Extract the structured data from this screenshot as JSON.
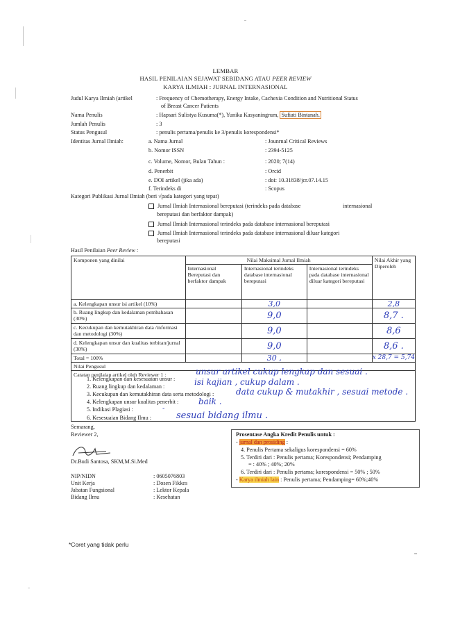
{
  "header": {
    "line1": "LEMBAR",
    "line2_prefix": "HASIL PENILAIAN SEJAWAT SEBIDANG ATAU ",
    "line2_italic": "PEER REVIEW",
    "line3": "KARYA ILMIAH : JURNAL INTERNASIONAL"
  },
  "fields": {
    "judul_label": "Judul Karya Ilmiah (artikel",
    "judul_value_1": ": Frequency of Chemotherapy, Energy Intake, Cachexia Condition and Nutritional Status",
    "judul_value_2": "of Breast Cancer Patients",
    "nama_label": "Nama Penulis",
    "nama_value_prefix": ": Hapsari Sulistya Kusuma(*), Yunika Kasyaningrum, ",
    "nama_value_highlight": "Sufiati Bintanah.",
    "jumlah_label": "Jumlah Penulis",
    "jumlah_value": ": 3",
    "status_label": "Status Pengusul",
    "status_value": ": penulis pertama/penulis ke 3/penulis korespondensi*",
    "identitas_label": "Identitas Jurnal Ilmiah:",
    "items": [
      {
        "label": "a. Nama Jurnal",
        "value": ": Jounrnal Critical Reviews"
      },
      {
        "label": "b. Nomor ISSN",
        "value": ": 2394-5125"
      },
      {
        "label": "c. Volume, Nomor, Bulan Tahun :",
        "value": ": 2020; 7(14)"
      },
      {
        "label": "d. Penerbit",
        "value": ": Orcid"
      },
      {
        "label": "e. DOI artikel (jika ada)",
        "value": ": doi: 10.31838/jcr.07.14.15"
      },
      {
        "label": "f. Terindeks di",
        "value": ": Scopus"
      }
    ]
  },
  "kategori": {
    "label": "Kategori Publikasi Jurnal Ilmiah (beri √pada kategori yang tepat)",
    "opt1_a": "Jurnal Ilmiah Internasional bereputasi (terindeks pada database",
    "opt1_b": "internasional",
    "opt1_c": "bereputasi dan berfaktor dampak)",
    "opt2": "Jurnal Ilmiah Internasional terindeks pada database internasional bereputasi",
    "opt3_a": "Jurnal Ilmiah Internasional terindeks pada database internasional diluar kategori",
    "opt3_b": "bereputasi"
  },
  "table": {
    "caption_prefix": "Hasil Penilaian ",
    "caption_italic": "Peer Review",
    "caption_suffix": " :",
    "h_komponen": "Komponen yang dinilai",
    "h_nilai_maks": "Nilai Maksimal Jurnal Ilmiah",
    "h_intl_1": "Internasional Bereputasi dan berfaktor dampak",
    "h_intl_2": "Internasional terindeks database internasional bereputasi",
    "h_intl_3": "Internasional terindeks pada database internasional diluar kategori bereputasi",
    "h_nilai_akhir": "Nilai Akhir yang Diperoleh",
    "rows": [
      {
        "label": "a. Kelengkapan unsur isi artikel (10%)",
        "max": "3,0",
        "akhir": "2,8"
      },
      {
        "label": "b. Ruang lingkup dan kedalaman pembahasan (30%)",
        "max": "9,0",
        "akhir": "8,7 ."
      },
      {
        "label": "c. Kecukupan dan kemutakhiran data /informasi dan metodologi (30%)",
        "max": "9,0",
        "akhir": "8,6"
      },
      {
        "label": "d. Kelengkapan unsur dan kualitas terbitan/jurnal (30%)",
        "max": "9,0",
        "akhir": "8,6 ."
      },
      {
        "label": "Total = 100%",
        "max": "30 ,",
        "akhir": "x 28,7 = 5,74"
      }
    ],
    "nilai_pengusul": "Nilai Pengusul",
    "catatan_label": "Catatan penilaian artikel oleh Reviewer 1 :",
    "catatan_items": [
      "1. Kelengkapan dan kesesuaian unsur :",
      "2. Ruang lingkup dan kedalaman :",
      "3. Kecukupan dan kemutakhiran data serta metodologi :",
      "4. Kelengkapan unsur kualitas penerbit :",
      "5. Indikasi Plagiasi :",
      "6. Kesesuaian Bidang Ilmu :"
    ],
    "handwritten": [
      "unsur artikel cukup lengkap dan sesuai .",
      "isi kajian , cukup dalam .",
      "data cukup & mutakhir , sesuai metode .",
      "baik .",
      "-",
      "sesuai bidang ilmu ."
    ]
  },
  "signature": {
    "city": "Semarang,",
    "role": "Reviewer 2,",
    "name": "Dr.Budi Santosa, SKM,M.Si.Med",
    "nip_label": "NIP/NIDN",
    "nip_value": ": 0605076803",
    "unit_label": "Unit Kerja",
    "unit_value": ": Dosen Fikkes",
    "jabatan_label": "Jabatan Fungsional",
    "jabatan_value": ": Lektor Kepala",
    "bidang_label": "Bidang Ilmu",
    "bidang_value": ": Kesehatan"
  },
  "kredit": {
    "title": "Prosentase Angka Kredit Penulis untuk :",
    "item1": "jurnal dan prosiding",
    "line4": "4. Penulis Pertama sekaligus korespondensi = 60%",
    "line5a": "5. Terdiri dari : Penulis pertama; Korespondensi; Pendamping",
    "line5b": "= : 40% ; 40%; 20%",
    "line6": "6. Terdiri dari : Penulis pertama; korespondensi = 50% ; 50%",
    "item2": "Karya ilmiah lain",
    "line7": "Penulis pertama; Pendamping= 60%;40%"
  },
  "footnote": "*Coret yang tidak perlu"
}
